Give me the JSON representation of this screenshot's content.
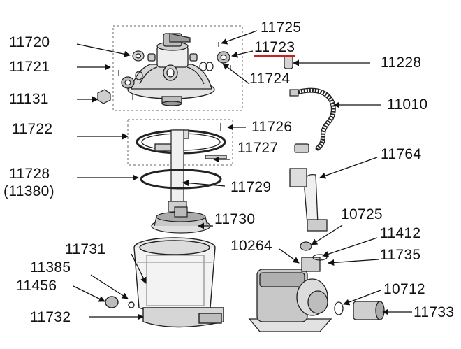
{
  "diagram": {
    "highlight_color": "#cc1f1f",
    "labels": {
      "p11720": "11720",
      "p11721": "11721",
      "p11131": "11131",
      "p11722": "11722",
      "p11728": "11728",
      "p11380": "(11380)",
      "p11731": "11731",
      "p11385": "11385",
      "p11456": "11456",
      "p11732": "11732",
      "p11725": "11725",
      "p11723": "11723",
      "p11724": "11724",
      "p11228": "11228",
      "p11010": "11010",
      "p11726": "11726",
      "p11727": "11727",
      "p11764": "11764",
      "p11729": "11729",
      "p11730": "11730",
      "p10725": "10725",
      "p10264": "10264",
      "p11412": "11412",
      "p11735": "11735",
      "p10712": "10712",
      "p11733": "11733"
    }
  }
}
